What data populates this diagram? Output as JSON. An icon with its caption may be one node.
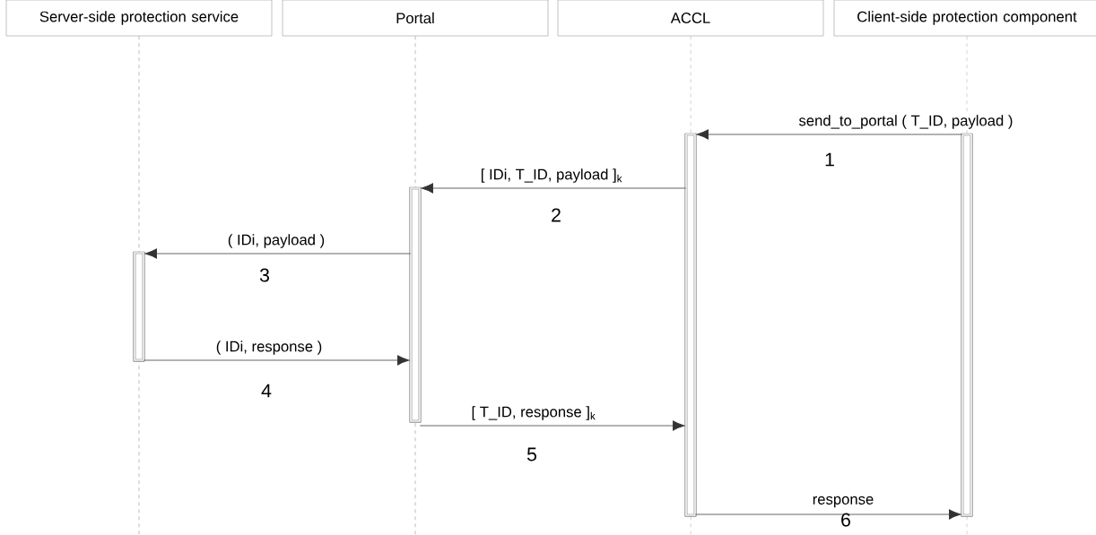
{
  "diagram": {
    "nodes": [
      {
        "text": [
          "Server-side protection service"
        ]
      },
      {
        "text": [
          "Portal"
        ]
      },
      {
        "text": [
          "ACCL"
        ]
      },
      {
        "text": [
          "Client-side protection component"
        ]
      },
      {
        "text": [],
        "shape": "bar"
      },
      {
        "text": [],
        "shape": "bar"
      },
      {
        "text": [],
        "shape": "bar"
      },
      {
        "text": [],
        "shape": "bar"
      }
    ],
    "edges": [
      {
        "from": 4,
        "to": 5,
        "arrow": "to",
        "label": "send_to_portal ( T_ID,  payload )"
      },
      {
        "from": 5,
        "to": 6,
        "arrow": "to",
        "label": "[ IDi, T_ID, payload ]$_{k}$"
      },
      {
        "from": 6,
        "to": 7,
        "arrow": "to",
        "label": "( IDi, payload )"
      },
      {
        "from": 7,
        "to": 6,
        "arrow": "to",
        "label": "( IDi, response )"
      },
      {
        "from": 6,
        "to": 5,
        "arrow": "to",
        "label": "[ T_ID, response ]$_{k}$"
      },
      {
        "from": 5,
        "to": 4,
        "arrow": "to",
        "label": "response"
      },
      {
        "from": 0,
        "to": null,
        "arrow": "none",
        "style": "dashed"
      },
      {
        "from": 1,
        "to": null,
        "arrow": "none",
        "style": "dashed"
      },
      {
        "from": 2,
        "to": null,
        "arrow": "none",
        "style": "dashed"
      },
      {
        "from": 3,
        "to": null,
        "arrow": "none",
        "style": "dashed"
      }
    ],
    "labels": [
      "1",
      "2",
      "3",
      "4",
      "5",
      "6"
    ]
  }
}
